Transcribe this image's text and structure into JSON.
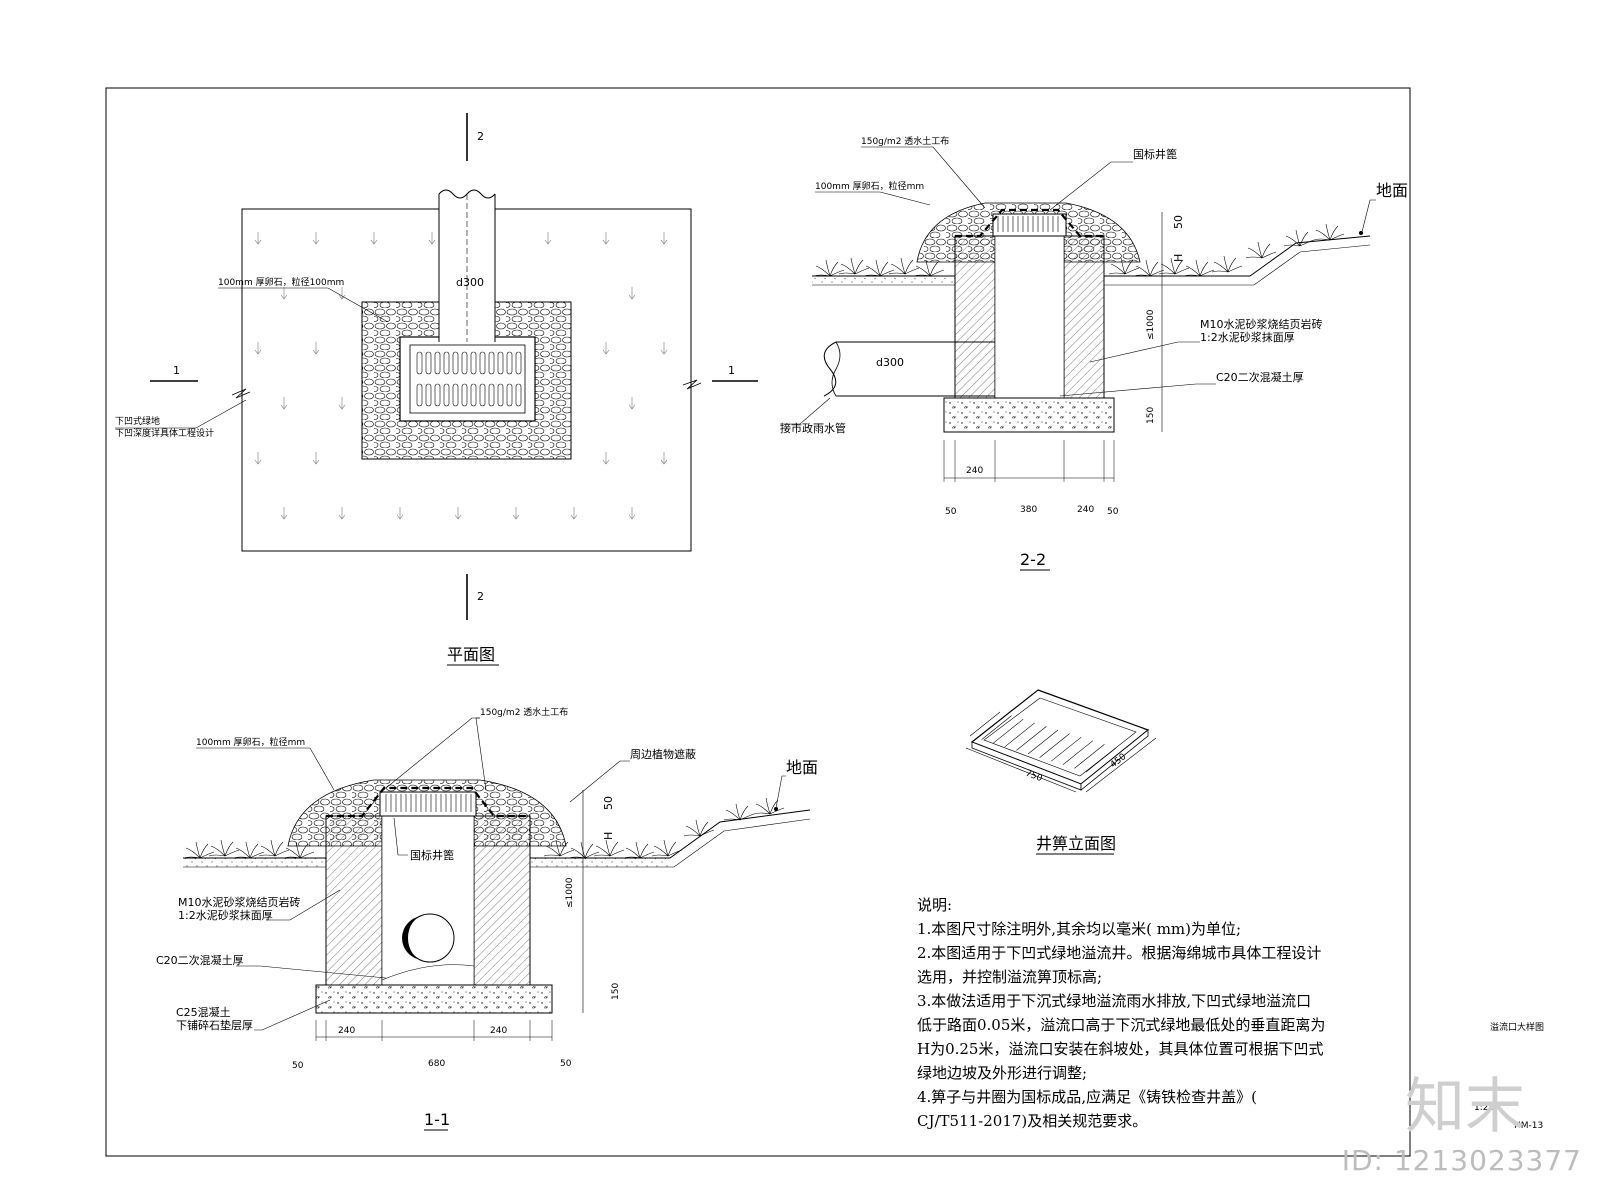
{
  "plan": {
    "title": "平面图",
    "pebble_label": "100mm 厚卵石，粒径100mm",
    "pipe_label": "d300",
    "section1": "1",
    "section2": "2",
    "green_label_1": "下凹式绿地",
    "green_label_2": "下凹深度详具体工程设计"
  },
  "sec22": {
    "title": "2-2",
    "geotextile": "150g/m2 透水土工布",
    "pebble": "100mm 厚卵石，粒径mm",
    "grate": "国标井篦",
    "ground": "地面",
    "h50": "50",
    "hH": "H",
    "h1000": "≤1000",
    "h150": "150",
    "brick_1": "M10水泥砂浆烧结页岩砖",
    "brick_2": "1:2水泥砂浆抹面厚",
    "concrete": "C20二次混凝土厚",
    "pipe": "d300",
    "pipe_label": "接市政雨水管",
    "dims_top": [
      "240"
    ],
    "dims_bottom": [
      "50",
      "380",
      "240",
      "50"
    ]
  },
  "sec11": {
    "title": "1-1",
    "geotextile": "150g/m2 透水土工布",
    "pebble": "100mm 厚卵石，粒径mm",
    "plants": "周边植物遮蔽",
    "ground": "地面",
    "grate": "国标井篦",
    "h50": "50",
    "hH": "H",
    "h1000": "≤1000",
    "h150": "150",
    "brick_1": "M10水泥砂浆烧结页岩砖",
    "brick_2": "1:2水泥砂浆抹面厚",
    "concrete": "C20二次混凝土厚",
    "base_1": "C25混凝土",
    "base_2": "下铺碎石垫层厚",
    "dims_top": [
      "240",
      "240"
    ],
    "dims_bottom": [
      "50",
      "680",
      "50"
    ]
  },
  "grate_view": {
    "title": "井箅立面图",
    "dim_long": "750",
    "dim_short": "450"
  },
  "notes": {
    "heading": "说明:",
    "lines": [
      "1.本图尺寸除注明外,其余均以毫米( mm)为单位;",
      "2.本图适用于下凹式绿地溢流井。根据海绵城市具体工程设计",
      "选用，并控制溢流箅顶标高;",
      "3.本做法适用于下沉式绿地溢流雨水排放,下凹式绿地溢流口",
      "低于路面0.05米，溢流口高于下沉式绿地最低处的垂直距离为",
      "H为0.25米，溢流口安装在斜坡处，其具体位置可根据下凹式",
      "绿地边坡及外形进行调整;",
      "4.箅子与井圈为国标成品,应满足《铸铁检查井盖》(",
      "CJ/T511-2017)及相关规范要求。"
    ]
  },
  "titleblock": {
    "name": "溢流口大样图",
    "scale": "1:25",
    "code": "HM-13"
  },
  "watermark": {
    "id_text": "ID: 1213023377",
    "logo": "知末"
  }
}
